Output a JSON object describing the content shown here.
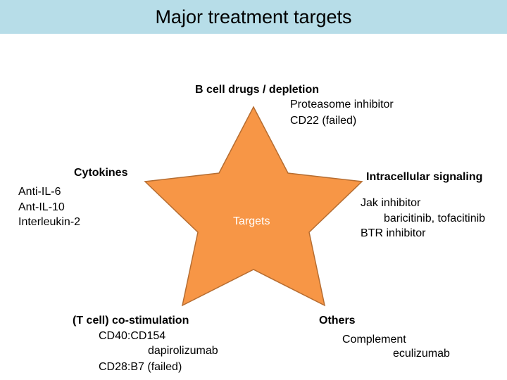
{
  "title": "Major treatment targets",
  "colors": {
    "title_bar": "#b7dde8",
    "star_fill": "#f79646",
    "star_stroke": "#b66d31"
  },
  "star": {
    "label": "Targets"
  },
  "groups": {
    "b_cell": {
      "heading": "B cell drugs / depletion",
      "items": [
        "Proteasome inhibitor",
        "CD22 (failed)"
      ]
    },
    "cytokines": {
      "heading": "Cytokines",
      "items": [
        "Anti-IL-6",
        "Ant-IL-10",
        "Interleukin-2"
      ]
    },
    "intracellular": {
      "heading": "Intracellular signaling",
      "items": [
        "Jak inhibitor",
        "baricitinib, tofacitinib",
        "BTR inhibitor"
      ]
    },
    "costim": {
      "heading": "(T cell) co-stimulation",
      "items": [
        "CD40:CD154",
        "dapirolizumab",
        "CD28:B7 (failed)"
      ]
    },
    "others": {
      "heading": "Others",
      "items": [
        "Complement",
        "eculizumab"
      ]
    }
  }
}
